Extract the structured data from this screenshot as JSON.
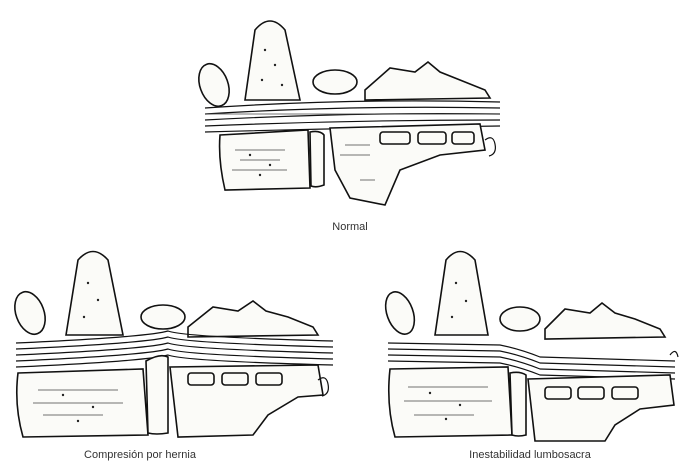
{
  "figure": {
    "panels": [
      {
        "id": "normal",
        "label": "Normal"
      },
      {
        "id": "hernia",
        "label": "Compresión por hernia"
      },
      {
        "id": "instability",
        "label": "Inestabilidad lumbosacra"
      }
    ]
  }
}
